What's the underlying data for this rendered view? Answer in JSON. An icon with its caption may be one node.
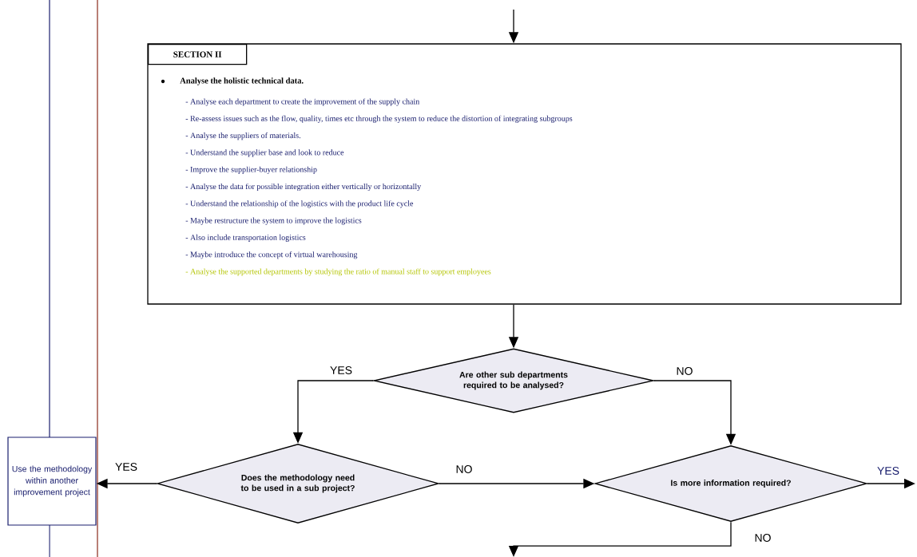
{
  "diagram": {
    "nodes": [
      {
        "text": [
          "SECTION II",
          "Analyse the holistic technical data.",
          "- Analyse each department to create the improvement of the supply chain",
          "- Re-assess issues such as the flow, quality, times etc through the system to reduce the distortion of integrating subgroups",
          "- Analyse the suppliers of materials.",
          "- Understand the supplier base and look to reduce",
          "- Improve the supplier-buyer relationship",
          "- Analyse the data for possible integration either vertically or horizontally",
          "- Understand the relationship of the logistics with the product life cycle",
          "- Maybe restructure the system to improve the logistics",
          "- Also include transportation logistics",
          "- Maybe introduce the concept of virtual warehousing",
          "- Analyse the supported departments by studying the ratio of manual staff to support employees"
        ]
      },
      {
        "text": [
          "Are other sub departments required to be analysed?"
        ]
      },
      {
        "text": [
          "Does the methodology need to be used in a sub project?"
        ]
      },
      {
        "text": [
          "Is more information required?"
        ]
      },
      {
        "text": [
          "Use the methodology within another improvement project"
        ]
      }
    ],
    "edges": [
      {
        "from": null,
        "to": 0,
        "arrow": "to"
      },
      {
        "from": 0,
        "to": 1,
        "arrow": "to"
      },
      {
        "from": 1,
        "to": 2,
        "arrow": "to",
        "label": "YES"
      },
      {
        "from": 1,
        "to": 3,
        "arrow": "to",
        "label": "NO"
      },
      {
        "from": 2,
        "to": 4,
        "arrow": "to",
        "label": "YES"
      },
      {
        "from": 2,
        "to": 3,
        "arrow": "to",
        "label": "NO"
      },
      {
        "from": 3,
        "to": null,
        "arrow": "to",
        "label": "YES"
      },
      {
        "from": 3,
        "to": null,
        "arrow": "to",
        "label": "NO"
      }
    ]
  }
}
